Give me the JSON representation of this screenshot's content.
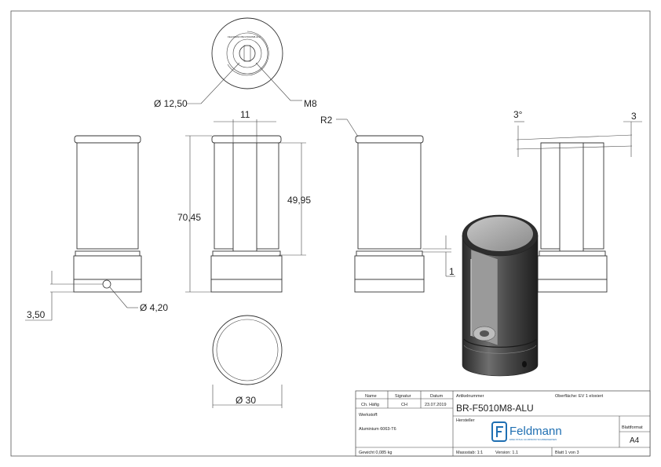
{
  "dimensions": {
    "dia_top": "Ø 12,50",
    "thread": "M8",
    "slot_width": "11",
    "radius": "R2",
    "angle": "3°",
    "chamfer": "3",
    "height_total": "70,45",
    "height_slot": "49,95",
    "step": "1",
    "hole_offset": "3,50",
    "hole_dia": "Ø 4,20",
    "outer_dia": "Ø 30"
  },
  "title_block": {
    "name_label": "Name",
    "signature_label": "Signatur",
    "date_label": "Datum",
    "drawn_name": "Ch. Häfig",
    "drawn_signature": "CH",
    "drawn_date": "23.07.2019",
    "material_label": "Werkstoff:",
    "material_value": "Aluminium 6063-T6",
    "weight": "Gewicht 0,085 kg",
    "article_label": "Artikelnummer",
    "surface": "Oberfläche:  EV 1 eloxiert",
    "article_number": "BR-F5010M8-ALU",
    "manufacturer_label": "Hersteller",
    "logo_text": "Feldmann",
    "logo_tagline": "EDELSTAHL ALUMINIUM SCHMIEDEEISEN",
    "sheet_format_label": "Blattformat",
    "sheet_format_value": "A4",
    "scale": "Massstab: 1:1",
    "version": "Version: 1.1",
    "sheet": "Blatt 1 von 3"
  },
  "colors": {
    "line": "#333333",
    "shade_dark": "#3c3c3c",
    "shade_mid": "#8a8a8a",
    "logo_blue": "#1f6fb2"
  }
}
